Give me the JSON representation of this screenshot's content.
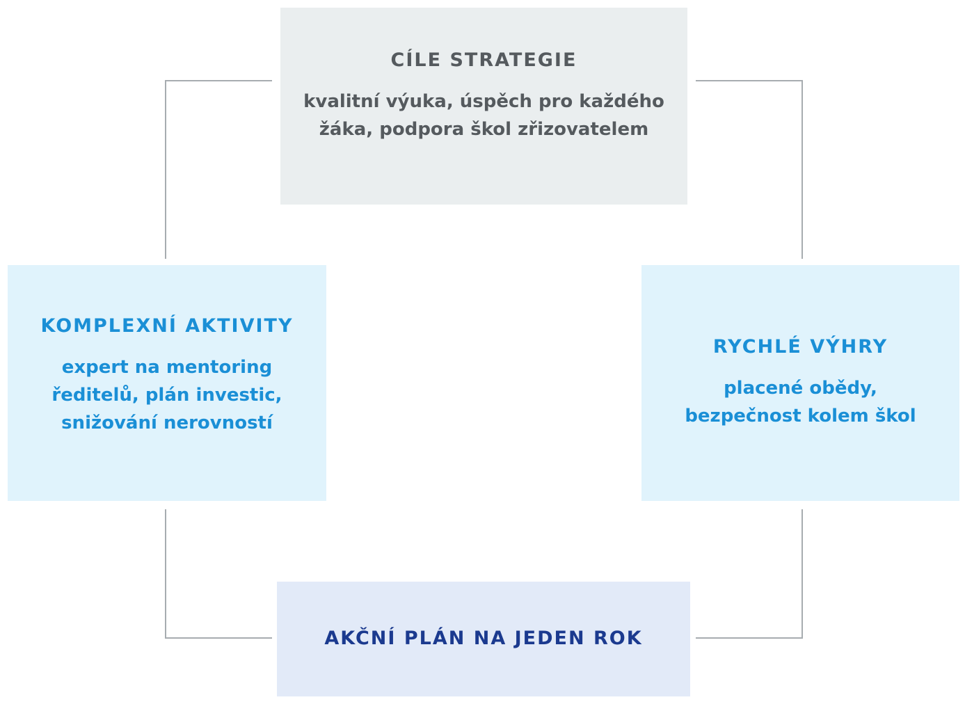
{
  "diagram": {
    "goals": {
      "title": "CÍLE STRATEGIE",
      "description": "kvalitní výuka, úspěch pro každého\nžáka, podpora škol zřizovatelem"
    },
    "complex_activities": {
      "title": "KOMPLEXNÍ AKTIVITY",
      "description": "expert na mentoring\nředitelů, plán investic,\nsnižování nerovností"
    },
    "quick_wins": {
      "title": "RYCHLÉ VÝHRY",
      "description": "placené obědy,\nbezpečnost kolem škol"
    },
    "action_plan": {
      "title": "AKČNÍ PLÁN NA JEDEN ROK"
    }
  },
  "colors": {
    "connector": "#a7acb0",
    "goals_bg": "#eaeeef",
    "goals_text": "#555a5e",
    "light_blue_bg": "#e0f3fc",
    "light_blue_text": "#1a8fd6",
    "plan_bg": "#e2eaf8",
    "plan_text": "#1b3a8f"
  }
}
